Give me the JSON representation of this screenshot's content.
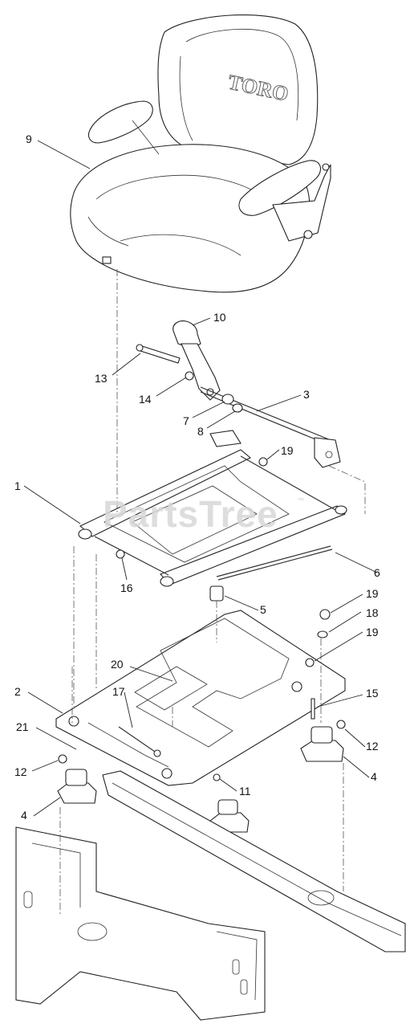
{
  "diagram": {
    "brand_text": "TORO",
    "watermark": "PartsTree",
    "watermark_tm": "™",
    "callouts": [
      {
        "id": "c9",
        "label": "9"
      },
      {
        "id": "c10",
        "label": "10"
      },
      {
        "id": "c13",
        "label": "13"
      },
      {
        "id": "c14",
        "label": "14"
      },
      {
        "id": "c3",
        "label": "3"
      },
      {
        "id": "c7",
        "label": "7"
      },
      {
        "id": "c8",
        "label": "8"
      },
      {
        "id": "c19a",
        "label": "19"
      },
      {
        "id": "c1",
        "label": "1"
      },
      {
        "id": "c6",
        "label": "6"
      },
      {
        "id": "c16",
        "label": "16"
      },
      {
        "id": "c5",
        "label": "5"
      },
      {
        "id": "c19b",
        "label": "19"
      },
      {
        "id": "c18",
        "label": "18"
      },
      {
        "id": "c19c",
        "label": "19"
      },
      {
        "id": "c20",
        "label": "20"
      },
      {
        "id": "c2",
        "label": "2"
      },
      {
        "id": "c17",
        "label": "17"
      },
      {
        "id": "c15",
        "label": "15"
      },
      {
        "id": "c21",
        "label": "21"
      },
      {
        "id": "c12a",
        "label": "12"
      },
      {
        "id": "c12b",
        "label": "12"
      },
      {
        "id": "c4a",
        "label": "4"
      },
      {
        "id": "c4b",
        "label": "4"
      },
      {
        "id": "c11",
        "label": "11"
      }
    ]
  }
}
